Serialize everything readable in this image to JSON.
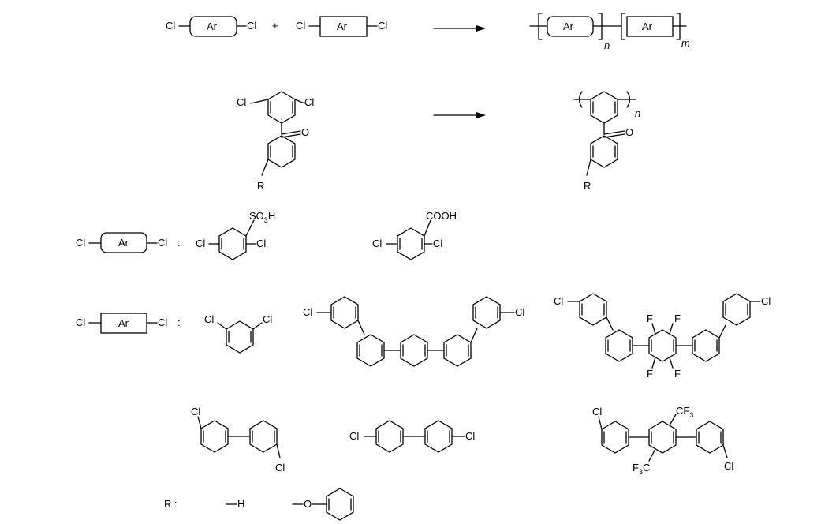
{
  "scheme": {
    "ar": "Ar",
    "cl": "Cl",
    "plus": "+",
    "n": "n",
    "m": "m",
    "o": "O",
    "r": "R",
    "f": "F",
    "cf3_main": "CF",
    "cf3_sub": "3",
    "f3c_main": "C",
    "f3c_pre": "F",
    "so3h_pre": "SO",
    "so3h_sub": "3",
    "so3h_post": "H",
    "cooh": "COOH",
    "colon": ":",
    "r_colon": "R :",
    "h": "H",
    "ether_o": "O"
  }
}
